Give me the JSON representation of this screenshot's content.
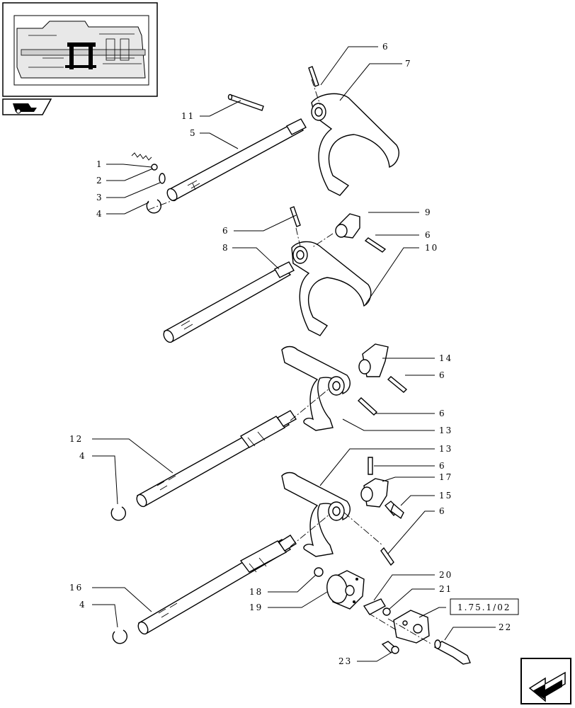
{
  "callouts": {
    "c1": "1",
    "c2": "2",
    "c3": "3",
    "c4a": "4",
    "c5": "5",
    "c6a": "6",
    "c7": "7",
    "c11": "11",
    "c6b": "6",
    "c8": "8",
    "c9": "9",
    "c6c": "6",
    "c10": "10",
    "c14": "14",
    "c6d": "6",
    "c6e": "6",
    "c12": "12",
    "c4b": "4",
    "c13a": "13",
    "c13b": "13",
    "c6f": "6",
    "c17": "17",
    "c15": "15",
    "c6g": "6",
    "c16": "16",
    "c4c": "4",
    "c18": "18",
    "c19": "19",
    "c20": "20",
    "c21": "21",
    "c22": "22",
    "c23": "23"
  },
  "reference_box": "1.75.1/02",
  "icons": {
    "thumbnail": "transmission-cutaway-thumbnail",
    "catalog": "tractor-catalog-icon",
    "navigation": "next-page-arrow-icon"
  }
}
